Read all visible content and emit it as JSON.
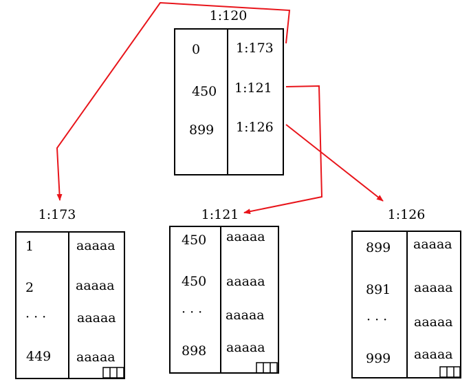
{
  "root": {
    "label": "1:120",
    "rows": [
      {
        "key": "0",
        "ptr": "1:173"
      },
      {
        "key": "450",
        "ptr": "1:121"
      },
      {
        "key": "899",
        "ptr": "1:126"
      }
    ]
  },
  "leaves": [
    {
      "label": "1:173",
      "rows": [
        {
          "key": "1",
          "val": "aaaaa"
        },
        {
          "key": "2",
          "val": "aaaaa"
        },
        {
          "key": "· · ·",
          "val": "aaaaa"
        },
        {
          "key": "449",
          "val": "aaaaa"
        }
      ]
    },
    {
      "label": "1:121",
      "rows": [
        {
          "key": "450",
          "val": "aaaaa"
        },
        {
          "key": "450",
          "val": "aaaaa"
        },
        {
          "key": "· · ·",
          "val": "aaaaa"
        },
        {
          "key": "898",
          "val": "aaaaa"
        }
      ]
    },
    {
      "label": "1:126",
      "rows": [
        {
          "key": "899",
          "val": "aaaaa"
        },
        {
          "key": "891",
          "val": "aaaaa"
        },
        {
          "key": "· · ·",
          "val": "aaaaa"
        },
        {
          "key": "999",
          "val": "aaaaa"
        }
      ]
    }
  ],
  "colors": {
    "pointer": "#e8141a",
    "line": "#000000"
  }
}
